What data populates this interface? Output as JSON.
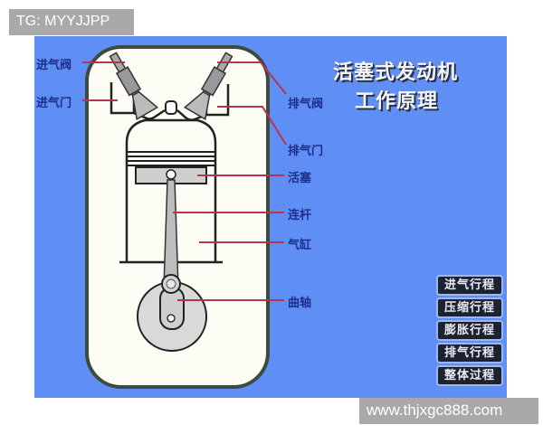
{
  "watermarks": {
    "top_left": "TG: MYYJJPP",
    "bottom_right": "www.thjxgc888.com"
  },
  "diagram": {
    "title_line1": "活塞式发动机",
    "title_line2": "工作原理",
    "colors": {
      "background": "#5f8ef4",
      "frame_fill": "#fdfdf5",
      "frame_stroke": "#3c4a3f",
      "leader_line": "#b4364c",
      "label_text": "#1d2f8a",
      "button_bg": "#1d2230",
      "button_border": "#9cb7f2"
    },
    "labels": {
      "intake_valve": "进气阀",
      "intake_port": "进气门",
      "exhaust_valve": "排气阀",
      "exhaust_port": "排气门",
      "piston": "活塞",
      "connecting_rod": "连杆",
      "cylinder": "气缸",
      "crankshaft": "曲轴"
    }
  },
  "buttons": [
    {
      "label": "进气行程"
    },
    {
      "label": "压缩行程"
    },
    {
      "label": "膨胀行程"
    },
    {
      "label": "排气行程"
    },
    {
      "label": "整体过程"
    }
  ]
}
